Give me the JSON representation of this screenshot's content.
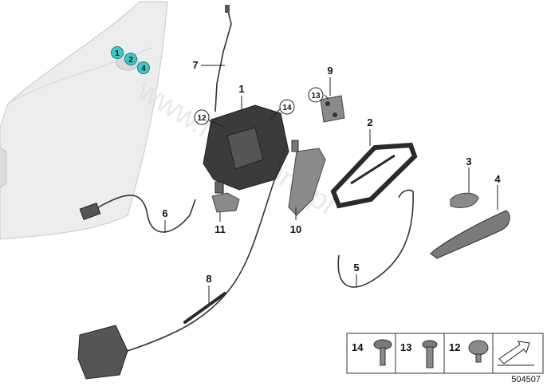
{
  "watermark": "www.MWstore.pl",
  "diagram_id": "504507",
  "callouts": [
    {
      "id": "1",
      "text": "1"
    },
    {
      "id": "2",
      "text": "2"
    },
    {
      "id": "3",
      "text": "3"
    },
    {
      "id": "4",
      "text": "4"
    },
    {
      "id": "5",
      "text": "5"
    },
    {
      "id": "6",
      "text": "6"
    },
    {
      "id": "7",
      "text": "7"
    },
    {
      "id": "8",
      "text": "8"
    },
    {
      "id": "9",
      "text": "9"
    },
    {
      "id": "10",
      "text": "10"
    },
    {
      "id": "11",
      "text": "11"
    },
    {
      "id": "12",
      "text": "12"
    },
    {
      "id": "13",
      "text": "13"
    },
    {
      "id": "14",
      "text": "14"
    }
  ],
  "door_markers": [
    "1",
    "2",
    "4"
  ],
  "fastener_table": [
    {
      "number": "14",
      "name": "screw-14"
    },
    {
      "number": "13",
      "name": "screw-13"
    },
    {
      "number": "12",
      "name": "screw-12"
    }
  ],
  "colors": {
    "marker_fill": "#3ec8c8",
    "door_fill": "#ececec",
    "part_dark": "#3b3b3b"
  }
}
